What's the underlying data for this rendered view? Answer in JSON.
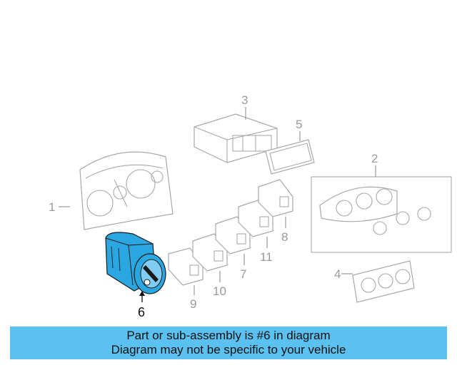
{
  "diagram": {
    "callouts": [
      "1",
      "2",
      "3",
      "4",
      "5",
      "6",
      "7",
      "8",
      "9",
      "10",
      "11"
    ],
    "highlight_color": "#2aa6e0",
    "banner_color": "#5bc1f0"
  },
  "banner": {
    "line1": "Part or sub-assembly is #6 in diagram",
    "line2": "Diagram may not be specific to your vehicle"
  }
}
